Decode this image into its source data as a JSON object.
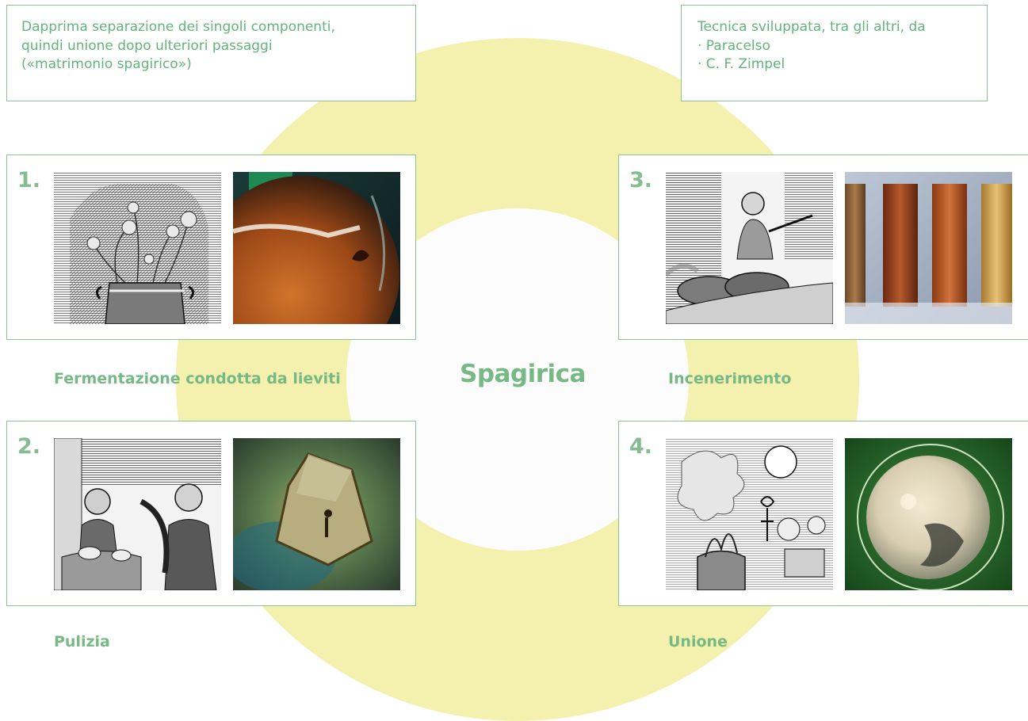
{
  "title": "Spagirica",
  "notes": {
    "left": [
      "Dapprima separazione dei singoli componenti,",
      "quindi unione dopo ulteriori passaggi",
      "(«matrimonio spagirico»)"
    ],
    "right": [
      "Tecnica sviluppata, tra gli altri, da",
      "· Paracelso",
      "· C. F. Zimpel"
    ]
  },
  "steps": [
    {
      "number": "1.",
      "caption": "Fermentazione condotta da lieviti"
    },
    {
      "number": "2.",
      "caption": "Pulizia"
    },
    {
      "number": "3.",
      "caption": "Incenerimento"
    },
    {
      "number": "4.",
      "caption": "Unione"
    }
  ],
  "colors": {
    "ring": "#f4f0ad",
    "text_green": "#77b985",
    "border_green": "#8dc197"
  }
}
